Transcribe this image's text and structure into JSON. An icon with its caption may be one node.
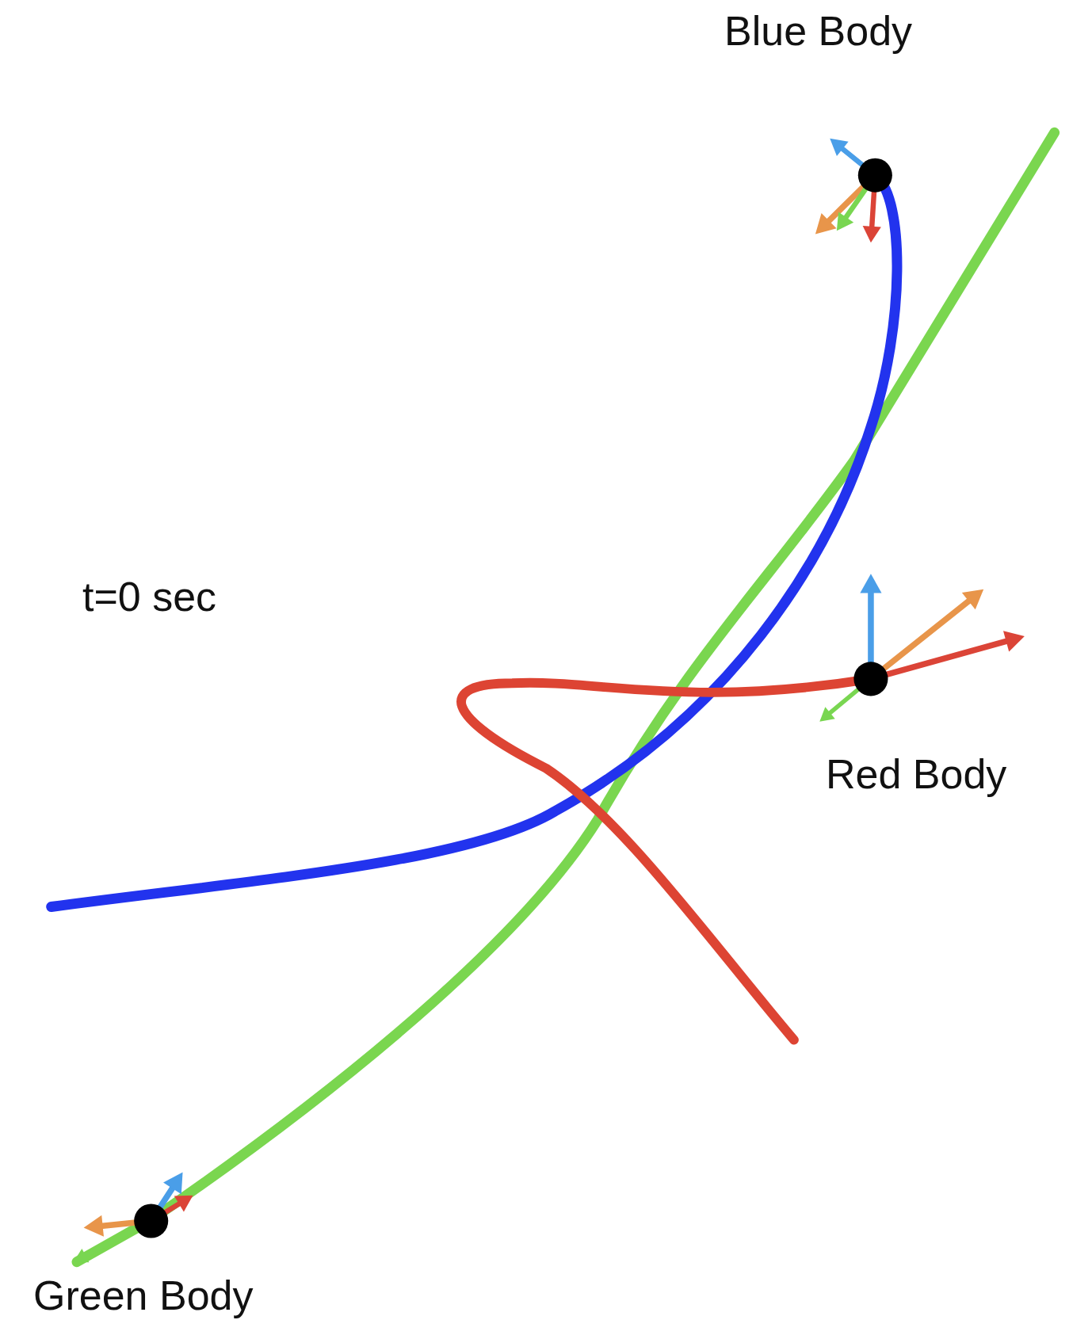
{
  "diagram": {
    "labels": [
      "Blue Body",
      "t=0 sec",
      "Red Body",
      "Green Body"
    ]
  }
}
